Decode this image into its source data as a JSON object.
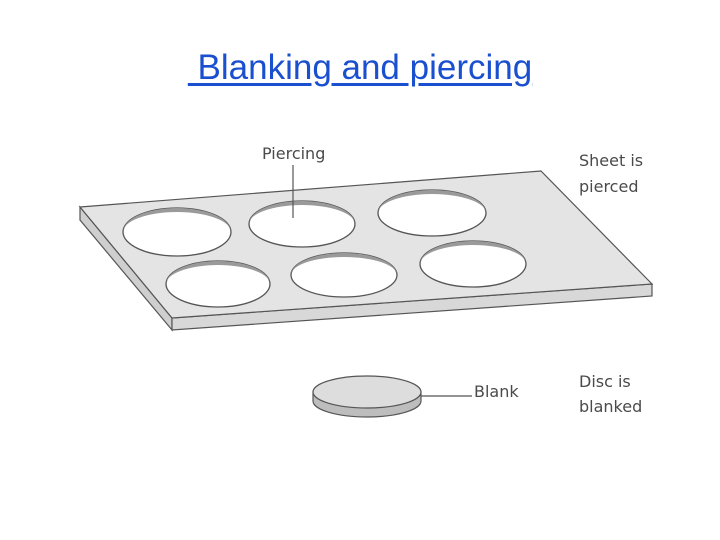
{
  "title": " Blanking and piercing",
  "labels": {
    "piercing": "Piercing",
    "blank": "Blank",
    "sheet_line1": "Sheet is",
    "sheet_line2": "pierced",
    "disc_line1": "Disc is",
    "disc_line2": "blanked"
  },
  "colors": {
    "title": "#1a4fd0",
    "sheet_top": "#e4e4e4",
    "sheet_edge": "#cfcfcf",
    "outline": "#555555",
    "hole": "#ffffff",
    "disc_top": "#dddddd",
    "disc_edge": "#bdbdbd"
  }
}
